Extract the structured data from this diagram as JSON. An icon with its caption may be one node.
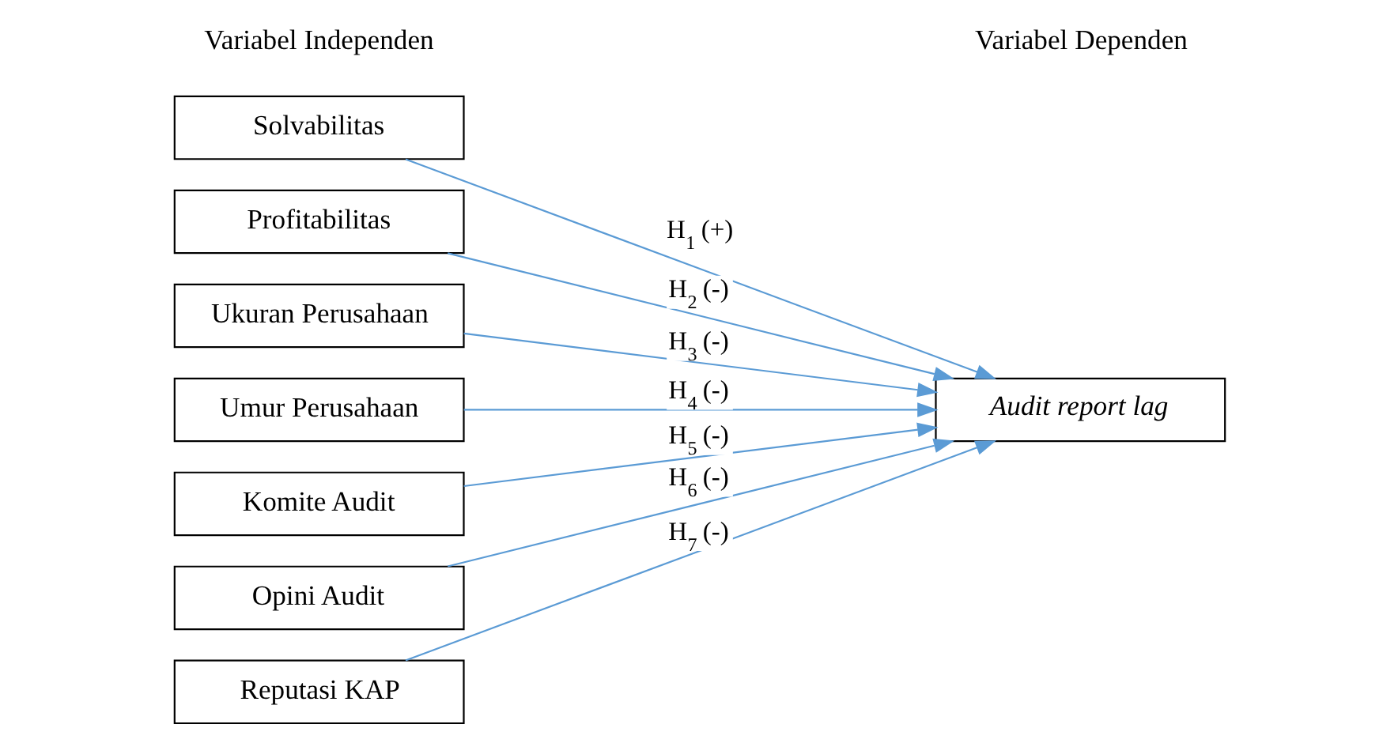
{
  "diagram": {
    "nodes": [
      {
        "text": [
          "Solvabilitas"
        ]
      },
      {
        "text": [
          "Profitabilitas"
        ]
      },
      {
        "text": [
          "Ukuran Perusahaan"
        ]
      },
      {
        "text": [
          "Umur Perusahaan"
        ]
      },
      {
        "text": [
          "Komite Audit"
        ]
      },
      {
        "text": [
          "Opini Audit"
        ]
      },
      {
        "text": [
          "Reputasi KAP"
        ]
      },
      {
        "text": [
          "Audit report lag"
        ]
      }
    ],
    "edges": [
      {
        "from": 0,
        "to": 7,
        "arrow": "to",
        "label": "H$_{1}$ (+)"
      },
      {
        "from": 1,
        "to": 7,
        "arrow": "to",
        "label": "H$_{2}$ (-)"
      },
      {
        "from": 2,
        "to": 7,
        "arrow": "to",
        "label": "H$_{3}$ (-)"
      },
      {
        "from": 3,
        "to": 7,
        "arrow": "to",
        "label": "H$_{4}$ (-)"
      },
      {
        "from": 4,
        "to": 7,
        "arrow": "to",
        "label": "H$_{5}$ (-)"
      },
      {
        "from": 5,
        "to": 7,
        "arrow": "to",
        "label": "H$_{6}$ (-)"
      },
      {
        "from": 6,
        "to": 7,
        "arrow": "to",
        "label": "H$_{7}$ (-)"
      }
    ],
    "labels": [
      "Variabel Independen",
      "Variabel Dependen"
    ]
  }
}
